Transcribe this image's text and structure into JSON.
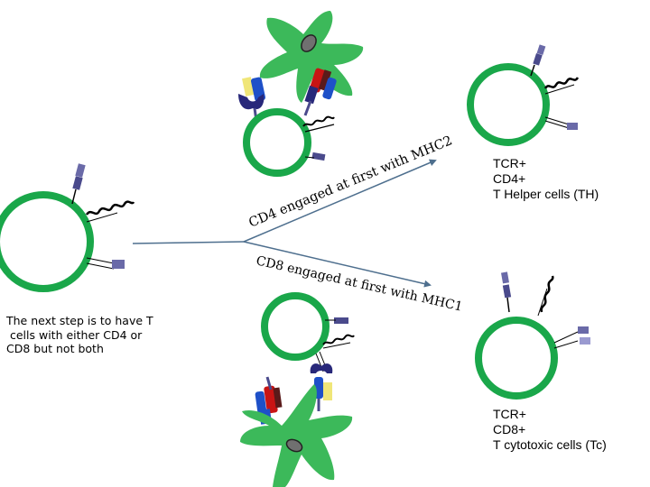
{
  "diagram": {
    "arrow_upper_text": "CD4 engaged at first with MHC2",
    "arrow_lower_text": "CD8 engaged at first with MHC1",
    "note": {
      "line1": "The next step is to have T",
      "line2": " cells with either CD4 or",
      "line3": "CD8 but not both"
    },
    "th_label": {
      "line1": "TCR+",
      "line2": "CD4+",
      "line3": "T Helper cells (TH)"
    },
    "tc_label": {
      "line1": "TCR+",
      "line2": "CD8+",
      "line3": "T cytotoxic cells (Tc)"
    }
  },
  "colors": {
    "cell_ring": "#1aa74a",
    "apc": "#3cb95a",
    "nucleus": "#707070",
    "receptor": "#4a4a8c",
    "mhc_red": "#c81414",
    "mhc_blue": "#1e50c8",
    "mhc_yellow": "#f0e678",
    "mhc_navy": "#28287a",
    "arrow": "#4e6f8e"
  }
}
